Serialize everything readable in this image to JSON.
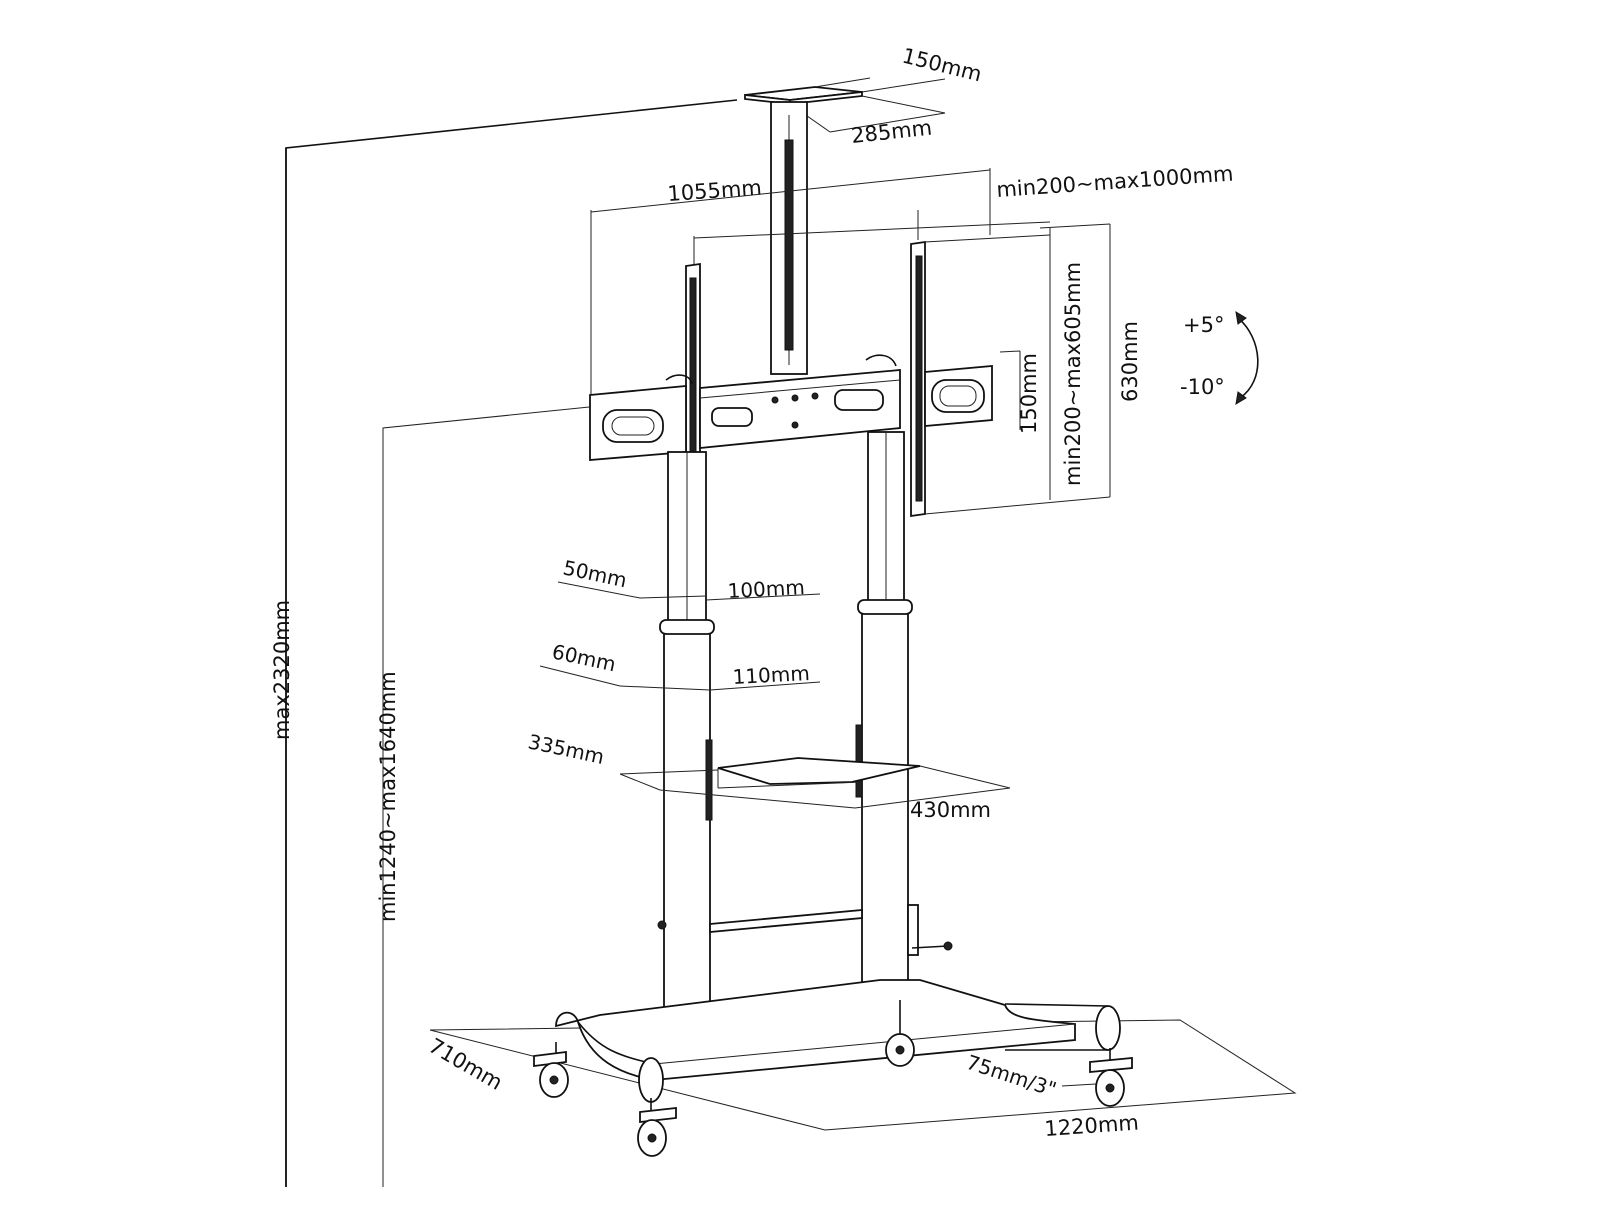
{
  "dimensions": {
    "top_plate_width": "150mm",
    "top_plate_depth": "285mm",
    "overall_width": "1055mm",
    "vesa_horizontal": "min200~max1000mm",
    "vesa_vertical": "min200~max605mm",
    "bracket_height": "630mm",
    "arm_slot": "150mm",
    "tilt_up": "+5°",
    "tilt_down": "-10°",
    "upper_pole_depth": "50mm",
    "upper_pole_width": "100mm",
    "lower_pole_depth": "60mm",
    "lower_pole_width": "110mm",
    "shelf_depth": "335mm",
    "shelf_width": "430mm",
    "max_height": "max2320mm",
    "center_height_range": "min1240~max1640mm",
    "base_depth": "710mm",
    "caster_size": "75mm/3\"",
    "base_width": "1220mm"
  }
}
